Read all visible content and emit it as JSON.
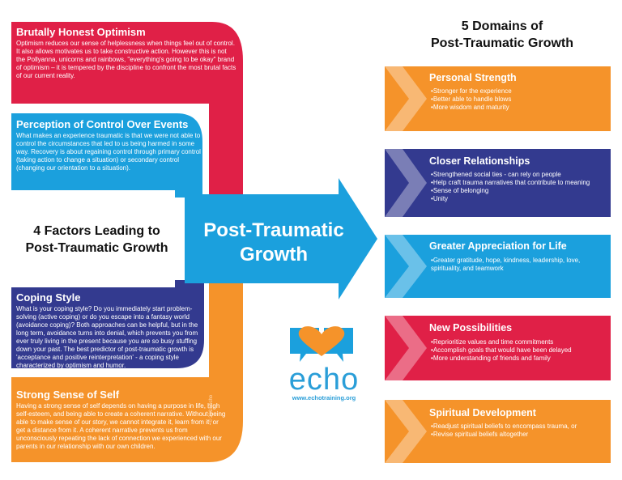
{
  "left_heading": {
    "line1": "4 Factors Leading to",
    "line2": "Post-Traumatic Growth"
  },
  "right_heading": {
    "line1": "5 Domains of",
    "line2": "Post-Traumatic Growth"
  },
  "center_title": {
    "line1": "Post-Traumatic",
    "line2": "Growth"
  },
  "colors": {
    "red": "#e02047",
    "blue": "#1ba0dd",
    "navy": "#333a8f",
    "orange": "#f5932a",
    "dark_red": "#b71c3c"
  },
  "factors": [
    {
      "title": "Brutally Honest Optimism",
      "body": "Optimism reduces our sense of helplessness when things feel out of control. It also allows motivates us to take constructive action. However this is not the Pollyanna, unicorns and rainbows, \"everything's going to be okay\" brand of optimism – it is tempered by the discipline to confront the most brutal facts of our current reality."
    },
    {
      "title": "Perception of Control Over Events",
      "body": "What makes an experience traumatic is that we were not able to control the circumstances that led to us being harmed in some way. Recovery is about regaining control through primary control (taking action to change a situation) or secondary control (changing our orientation to a situation)."
    },
    {
      "title": "Coping Style",
      "body": "What is your coping style? Do you immediately start problem-solving (active coping) or do you escape into a fantasy world (avoidance coping)? Both approaches can be helpful, but in the long term, avoidance turns into denial, which prevents you from ever truly living in the present because you are so busy stuffing down your past. The best predictor of post-traumatic growth is 'acceptance and positive reinterpretation' - a coping style characterized by optimism and humor."
    },
    {
      "title": "Strong Sense of Self",
      "body": "Having a strong sense of self depends on having a purpose in life, high self-esteem, and being able to create a coherent narrative. Without being able to make sense of our story, we cannot integrate it, learn from it, or get a distance from it. A coherent narrative prevents us from unconsciously repeating the lack of connection we experienced with our parents in our relationship with our own children."
    }
  ],
  "domains": [
    {
      "title": "Personal Strength",
      "items": [
        "Stronger for the experience",
        "Better able to handle blows",
        "More wisdom and maturity"
      ]
    },
    {
      "title": "Closer Relationships",
      "items": [
        "Strengthened social ties - can rely on people",
        "Help craft trauma narratives that contribute to meaning",
        "Sense of belonging",
        "Unity"
      ]
    },
    {
      "title": "Greater Appreciation for Life",
      "items": [
        "Greater gratitude, hope, kindness, leadership, love, spirituality, and teamwork"
      ]
    },
    {
      "title": "New Possibilities",
      "items": [
        "Reprioritize values and time commitments",
        "Accomplish goals that would have been delayed",
        "More understanding of friends and family"
      ]
    },
    {
      "title": "Spiritual Development",
      "items": [
        "Readjust spiritual beliefs to encompass trauma, or",
        "Revise spiritual beliefs altogether"
      ]
    }
  ],
  "logo": {
    "word": "echo",
    "url": "www.echotraining.org"
  },
  "copyright": "© 2018 echo"
}
